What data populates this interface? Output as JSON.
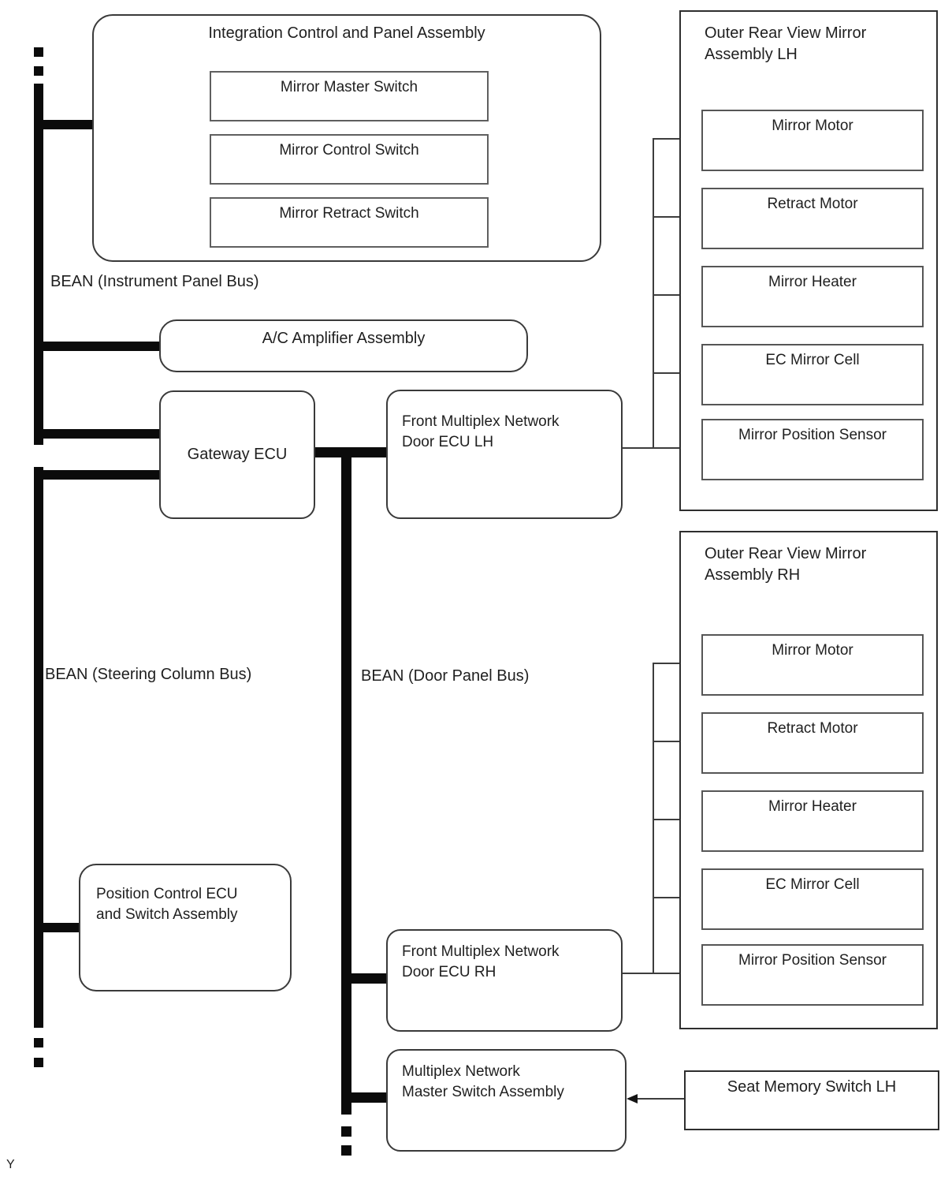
{
  "buses": {
    "instrument_panel_label": "BEAN (Instrument Panel Bus)",
    "steering_column_label": "BEAN (Steering Column Bus)",
    "door_panel_label": "BEAN (Door Panel Bus)"
  },
  "corner_mark": "Y",
  "nodes": {
    "integration": {
      "title": "Integration Control and Panel Assembly",
      "switches": [
        "Mirror Master Switch",
        "Mirror Control Switch",
        "Mirror Retract Switch"
      ]
    },
    "ac_amplifier": {
      "title": "A/C Amplifier Assembly"
    },
    "gateway": {
      "title": "Gateway ECU"
    },
    "door_ecu_lh": {
      "lines": [
        "Front Multiplex Network",
        "Door ECU LH"
      ]
    },
    "door_ecu_rh": {
      "lines": [
        "Front Multiplex Network",
        "Door ECU RH"
      ]
    },
    "position_control": {
      "lines": [
        "Position Control ECU",
        "and Switch Assembly"
      ]
    },
    "master_switch": {
      "lines": [
        "Multiplex Network",
        "Master Switch Assembly"
      ]
    },
    "seat_memory": {
      "title": "Seat Memory Switch LH"
    }
  },
  "assemblies": {
    "lh": {
      "title_lines": [
        "Outer Rear View Mirror",
        "Assembly LH"
      ],
      "components": [
        "Mirror Motor",
        "Retract Motor",
        "Mirror Heater",
        "EC Mirror Cell",
        "Mirror Position Sensor"
      ]
    },
    "rh": {
      "title_lines": [
        "Outer Rear View Mirror",
        "Assembly RH"
      ],
      "components": [
        "Mirror Motor",
        "Retract Motor",
        "Mirror Heater",
        "EC Mirror Cell",
        "Mirror Position Sensor"
      ]
    }
  }
}
